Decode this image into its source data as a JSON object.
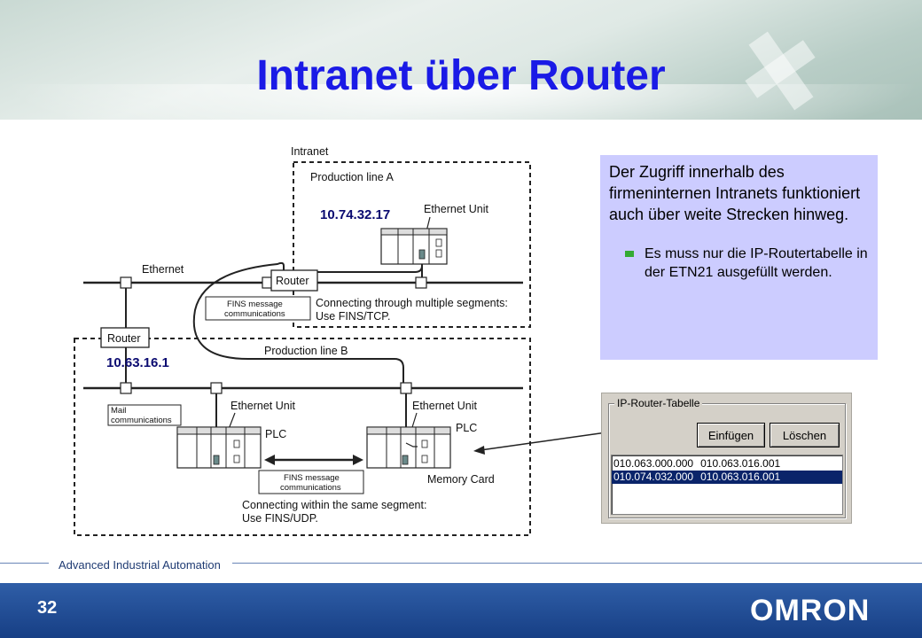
{
  "slide": {
    "title": "Intranet über Router",
    "page_number": "32",
    "footer_text": "Advanced Industrial Automation",
    "brand": "OMRON",
    "colors": {
      "title": "#1a1ae6",
      "info_box": "#ccccff",
      "footer_bar": "#1f4a94",
      "ip_label": "#0a0a70"
    }
  },
  "diagram": {
    "intranet_label": "Intranet",
    "production_line_a": "Production line A",
    "production_line_b": "Production line B",
    "ethernet_label": "Ethernet",
    "router_top": "Router",
    "router_left": "Router",
    "ethernet_unit_a": "Ethernet Unit",
    "ethernet_unit_b1": "Ethernet Unit",
    "ethernet_unit_b2": "Ethernet Unit",
    "plc_1": "PLC",
    "plc_2": "PLC",
    "memory_card": "Memory Card",
    "fins_message_top": [
      "FINS message",
      "communications"
    ],
    "fins_message_bottom": [
      "FINS message",
      "communications"
    ],
    "mail_communications": [
      "Mail",
      "communications"
    ],
    "tcp_note": [
      "Connecting through multiple segments:",
      "Use FINS/TCP."
    ],
    "udp_note": [
      "Connecting within the same segment:",
      "Use FINS/UDP."
    ],
    "ip_a": "10.74.32.17",
    "ip_b": "10.63.16.1"
  },
  "info": {
    "paragraph": "Der Zugriff innerhalb des firmeninternen Intranets funktioniert auch über weite Strecken hinweg.",
    "bullet": "Es muss nur die IP-Routertabelle in der ETN21 ausgefüllt werden."
  },
  "router_table": {
    "group_label": "IP-Router-Tabelle",
    "add_button": "Einfügen",
    "delete_button": "Löschen",
    "rows": [
      {
        "network": "010.063.000.000",
        "router": "010.063.016.001",
        "selected": false
      },
      {
        "network": "010.074.032.000",
        "router": "010.063.016.001",
        "selected": true
      }
    ]
  }
}
